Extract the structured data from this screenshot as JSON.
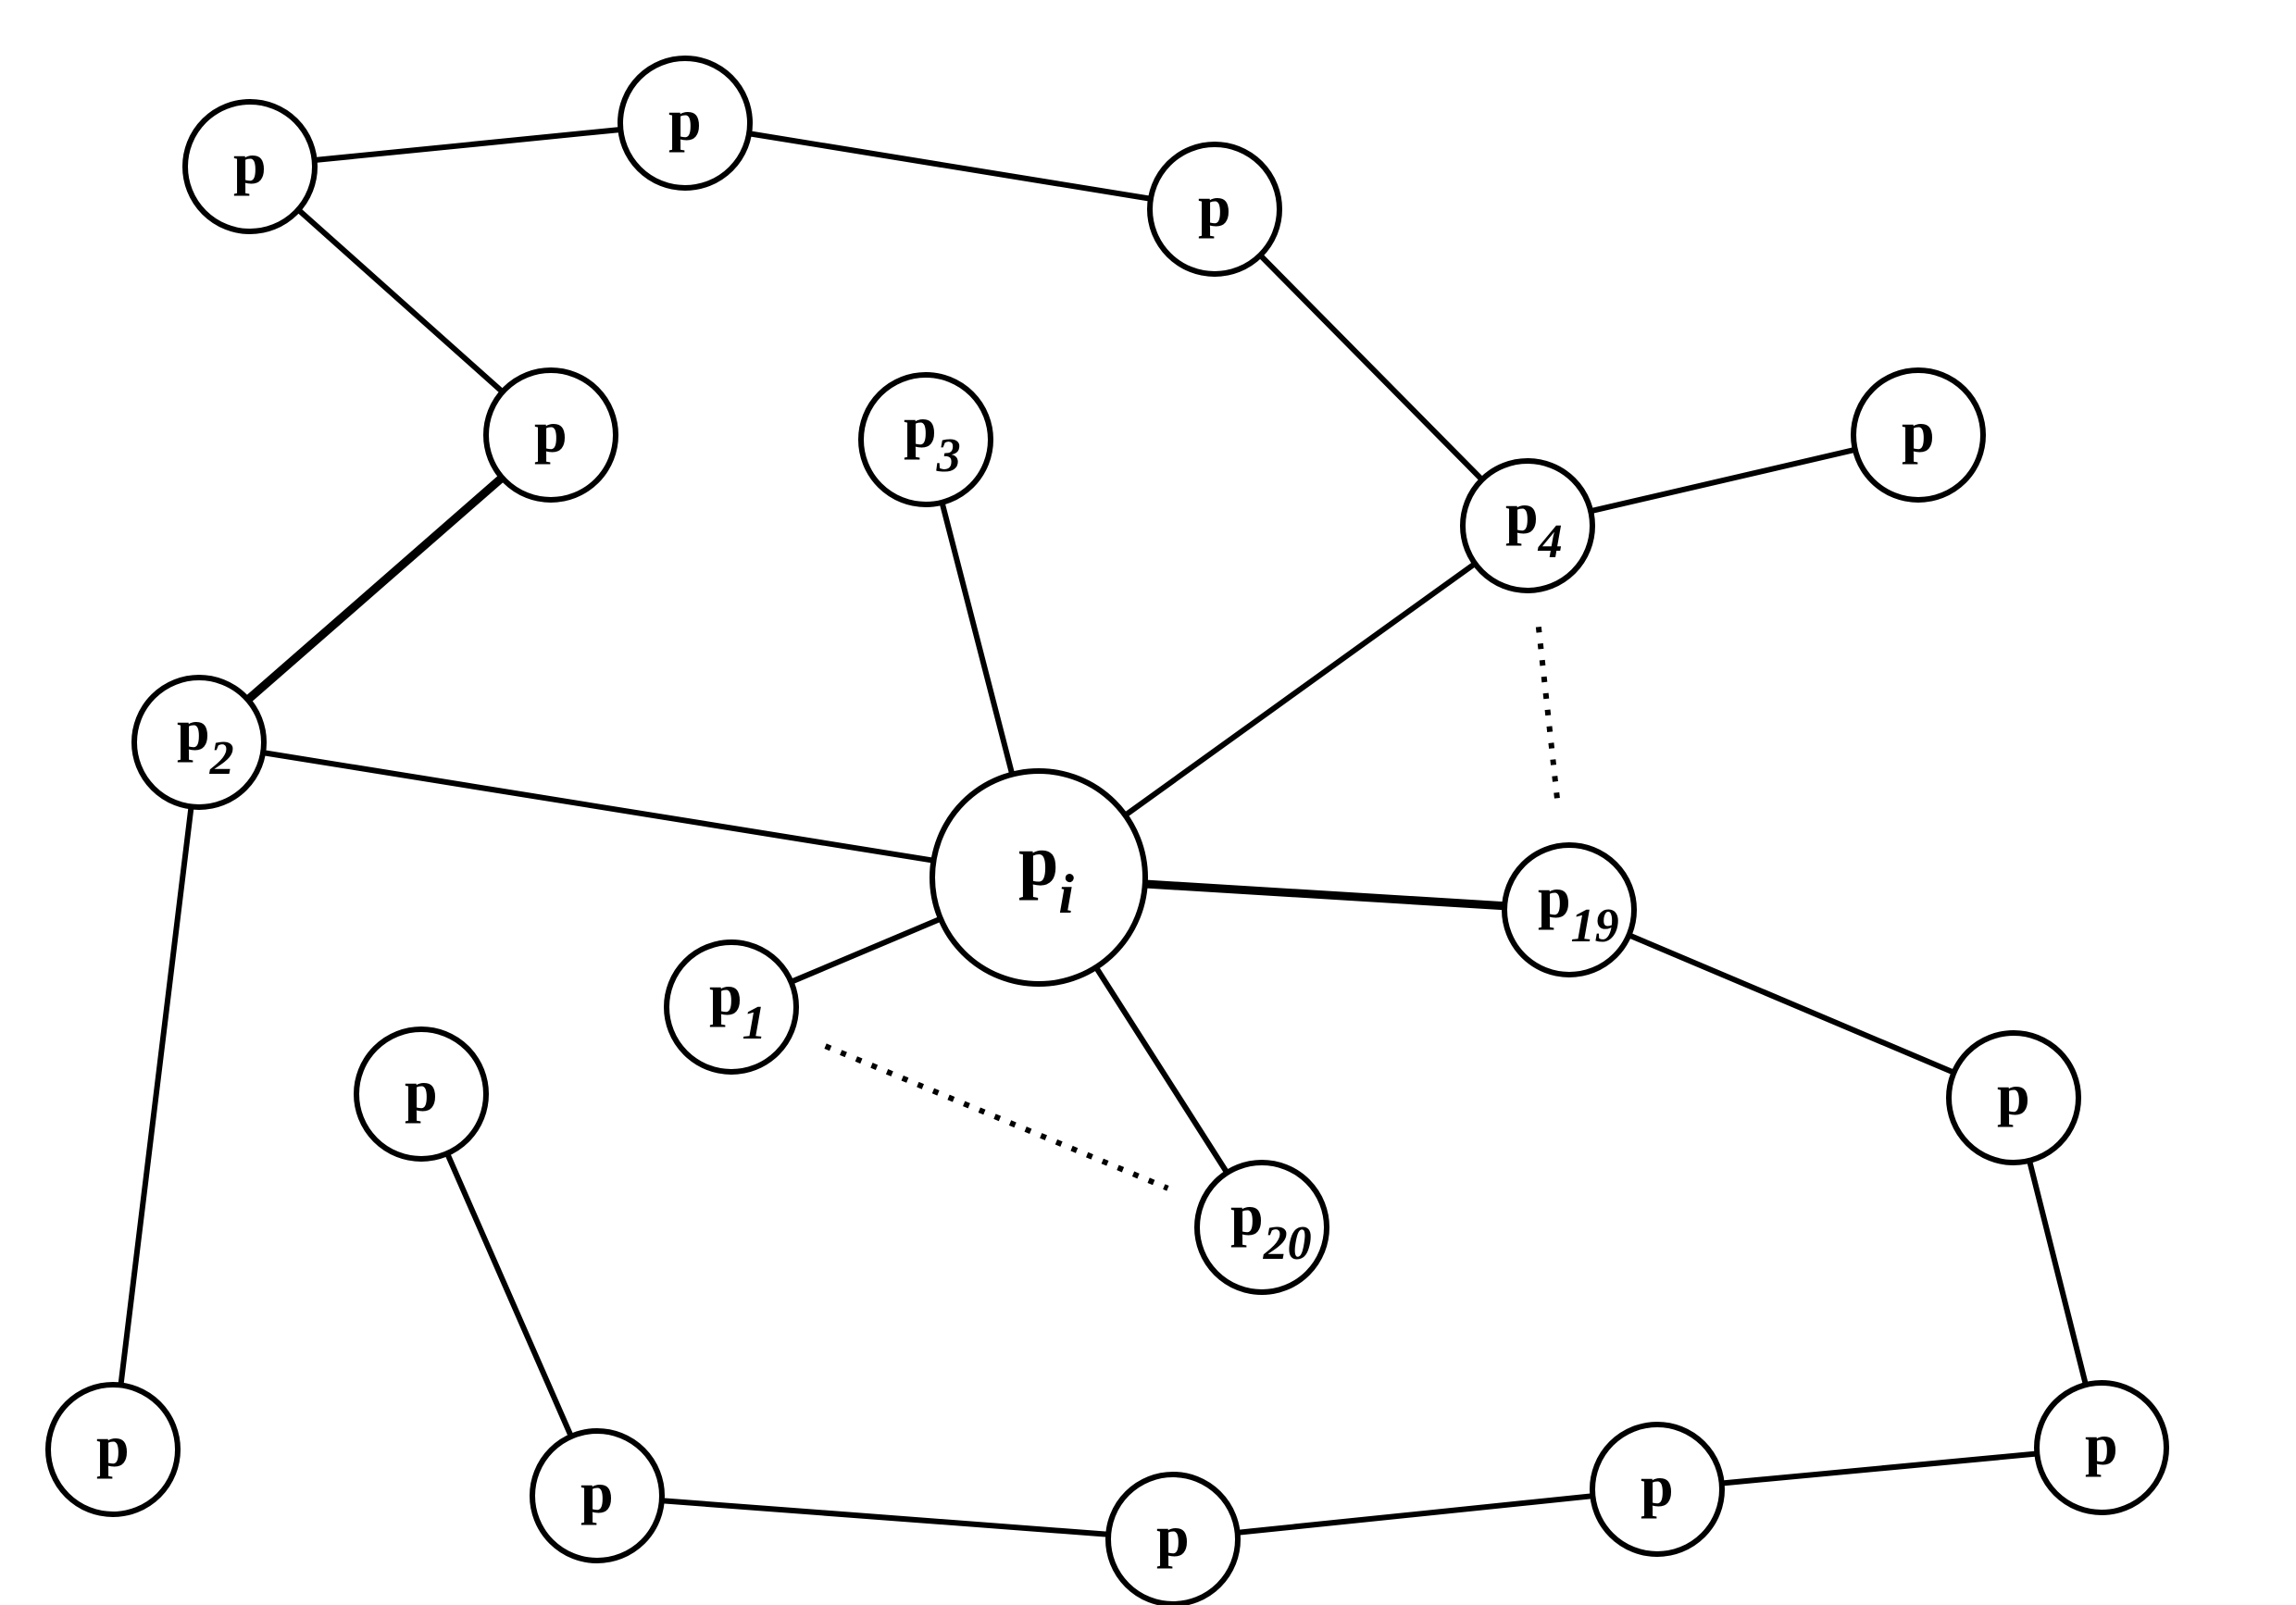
{
  "diagram": {
    "nodes": [
      {
        "id": "n_top_left",
        "base": "p",
        "sub": ""
      },
      {
        "id": "n_top_mid",
        "base": "p",
        "sub": ""
      },
      {
        "id": "n_top_right",
        "base": "p",
        "sub": ""
      },
      {
        "id": "n_left_upper",
        "base": "p",
        "sub": ""
      },
      {
        "id": "p3",
        "base": "p",
        "sub": "3"
      },
      {
        "id": "p4",
        "base": "p",
        "sub": "4"
      },
      {
        "id": "n_right_far",
        "base": "p",
        "sub": ""
      },
      {
        "id": "p2",
        "base": "p",
        "sub": "2"
      },
      {
        "id": "pi",
        "base": "p",
        "sub": "i"
      },
      {
        "id": "p19",
        "base": "p",
        "sub": "19"
      },
      {
        "id": "p1",
        "base": "p",
        "sub": "1"
      },
      {
        "id": "n_left_lower",
        "base": "p",
        "sub": ""
      },
      {
        "id": "n_right_mid",
        "base": "p",
        "sub": ""
      },
      {
        "id": "p20",
        "base": "p",
        "sub": "20"
      },
      {
        "id": "n_bottom_far_left",
        "base": "p",
        "sub": ""
      },
      {
        "id": "n_bottom_left",
        "base": "p",
        "sub": ""
      },
      {
        "id": "n_bottom_mid",
        "base": "p",
        "sub": ""
      },
      {
        "id": "n_bottom_right_mid",
        "base": "p",
        "sub": ""
      },
      {
        "id": "n_bottom_right",
        "base": "p",
        "sub": ""
      }
    ],
    "edges": [
      {
        "from": "n_top_left",
        "to": "n_top_mid",
        "style": "solid"
      },
      {
        "from": "n_top_mid",
        "to": "n_top_right",
        "style": "solid"
      },
      {
        "from": "n_top_left",
        "to": "n_left_upper",
        "style": "solid"
      },
      {
        "from": "n_left_upper",
        "to": "p2",
        "style": "thick"
      },
      {
        "from": "n_top_right",
        "to": "p4",
        "style": "solid"
      },
      {
        "from": "p4",
        "to": "n_right_far",
        "style": "solid"
      },
      {
        "from": "p4",
        "to": "pi",
        "style": "solid"
      },
      {
        "from": "p4",
        "to": "p19",
        "style": "dotted"
      },
      {
        "from": "p3",
        "to": "pi",
        "style": "solid"
      },
      {
        "from": "p2",
        "to": "pi",
        "style": "solid"
      },
      {
        "from": "p2",
        "to": "n_bottom_far_left",
        "style": "solid"
      },
      {
        "from": "pi",
        "to": "p19",
        "style": "thick"
      },
      {
        "from": "pi",
        "to": "p1",
        "style": "solid"
      },
      {
        "from": "pi",
        "to": "p20",
        "style": "solid"
      },
      {
        "from": "p1",
        "to": "p20",
        "style": "dotted"
      },
      {
        "from": "p19",
        "to": "n_right_mid",
        "style": "solid"
      },
      {
        "from": "n_right_mid",
        "to": "n_bottom_right",
        "style": "solid"
      },
      {
        "from": "n_left_lower",
        "to": "n_bottom_left",
        "style": "solid"
      },
      {
        "from": "n_bottom_left",
        "to": "n_bottom_mid",
        "style": "solid"
      },
      {
        "from": "n_bottom_mid",
        "to": "n_bottom_right_mid",
        "style": "solid"
      },
      {
        "from": "n_bottom_right_mid",
        "to": "n_bottom_right",
        "style": "solid"
      }
    ]
  }
}
